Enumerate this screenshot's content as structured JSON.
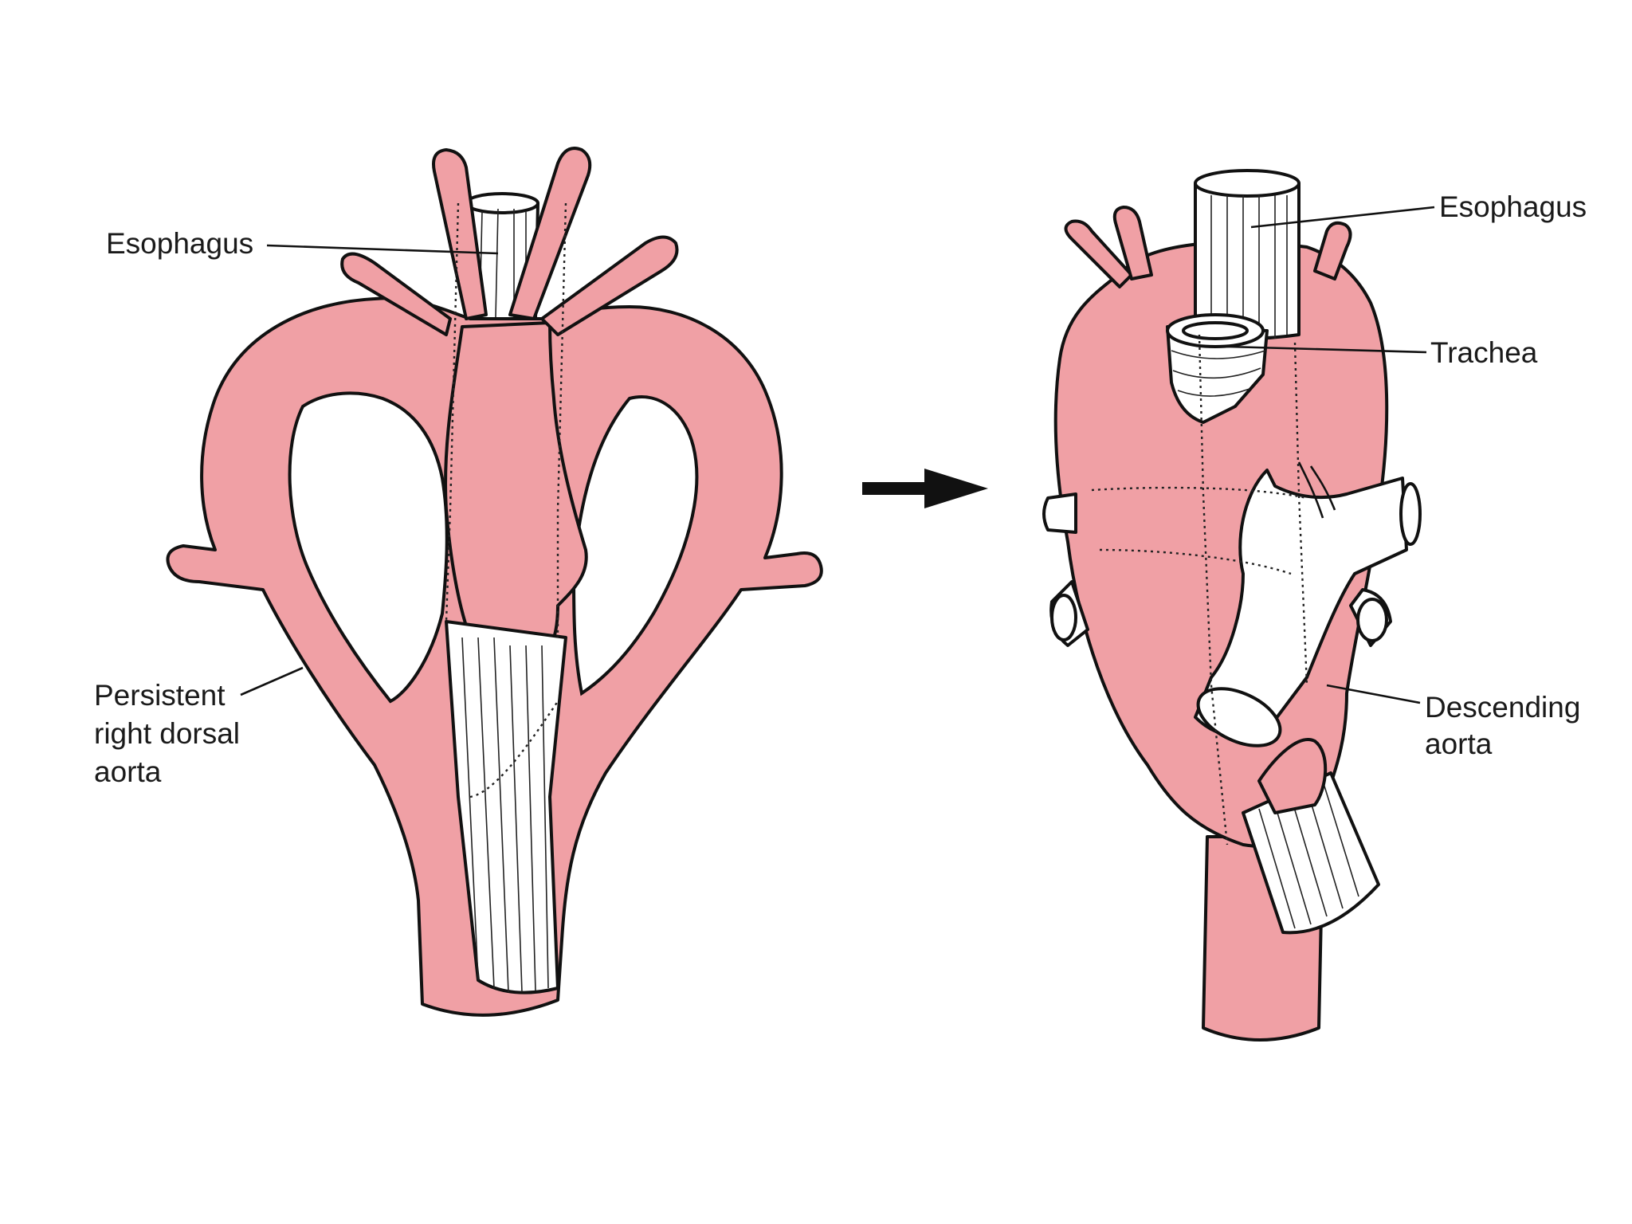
{
  "left_figure": {
    "labels": {
      "esophagus": "Esophagus",
      "persistent_aorta_line1": "Persistent",
      "persistent_aorta_line2": "right dorsal",
      "persistent_aorta_line3": "aorta"
    }
  },
  "arrow": {
    "icon": "right-arrow-icon"
  },
  "right_figure": {
    "labels": {
      "esophagus": "Esophagus",
      "trachea": "Trachea",
      "descending_aorta_line1": "Descending",
      "descending_aorta_line2": "aorta"
    }
  },
  "colors": {
    "vessel": "#f0a0a5",
    "outline": "#111111",
    "background": "#ffffff"
  }
}
